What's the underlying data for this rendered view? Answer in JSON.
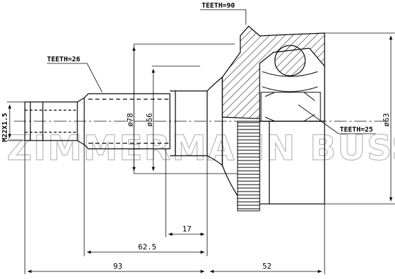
{
  "labels": {
    "teeth_outer": "TEETH=90",
    "teeth_spline": "TEETH=26",
    "teeth_inner": "TEETH=25",
    "thread": "M22X1.5"
  },
  "dimensions": {
    "d78": "ø78",
    "d56": "ø56",
    "d63": "ø63",
    "len_17": "17",
    "len_62_5": "62.5",
    "len_93": "93",
    "len_52": "52"
  },
  "watermark": "ZIMMERMANN BUSS"
}
